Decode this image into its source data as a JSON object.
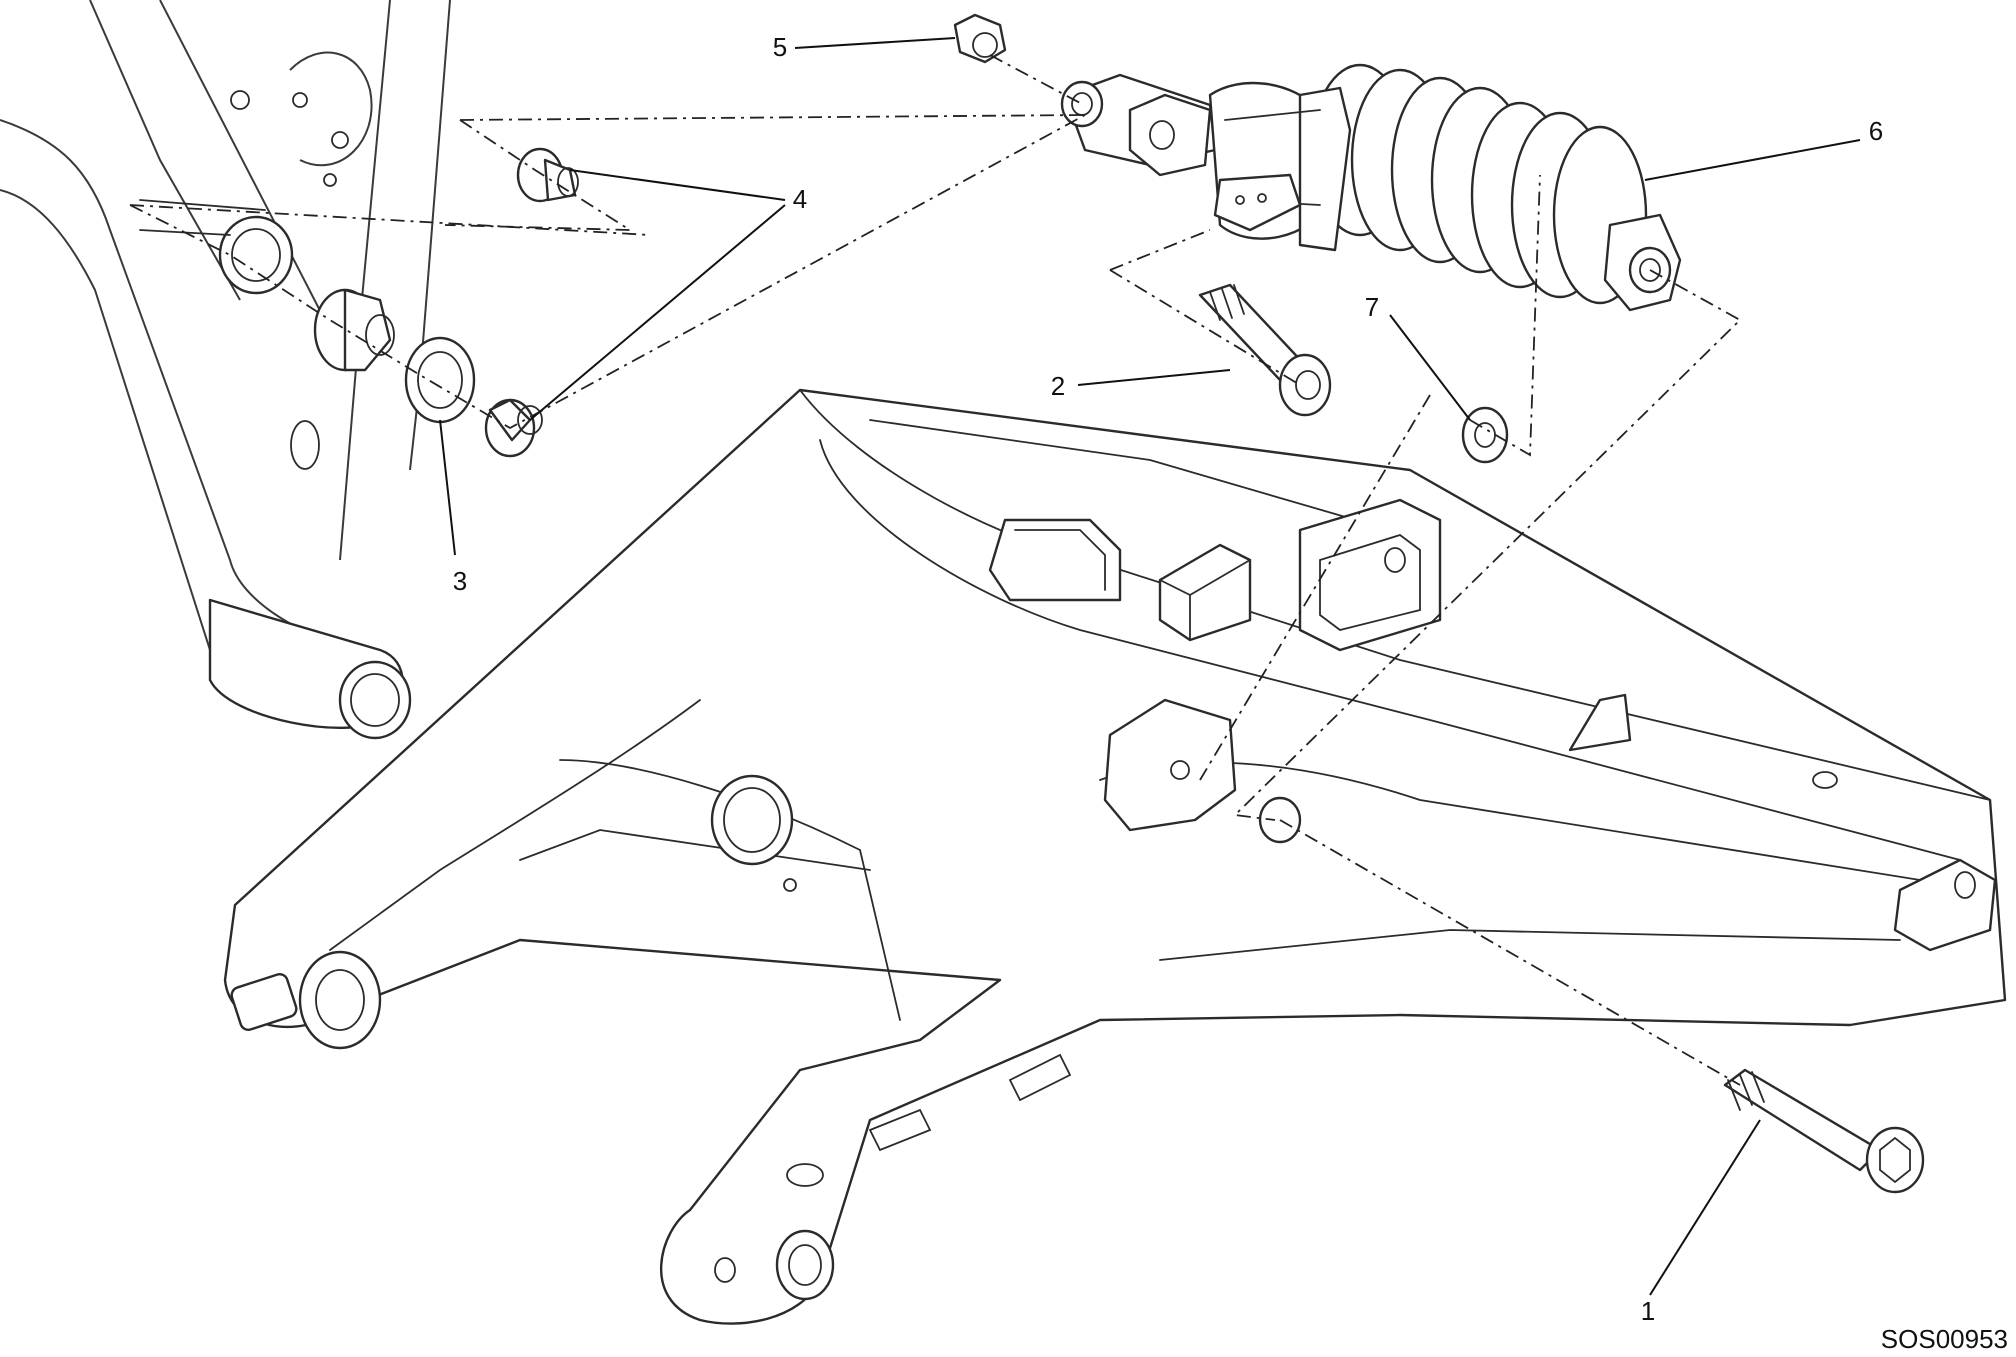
{
  "diagram": {
    "callouts": {
      "c1": "1",
      "c2": "2",
      "c3": "3",
      "c4": "4",
      "c5": "5",
      "c6": "6",
      "c7": "7"
    },
    "drawing_code": "SOS00953"
  }
}
